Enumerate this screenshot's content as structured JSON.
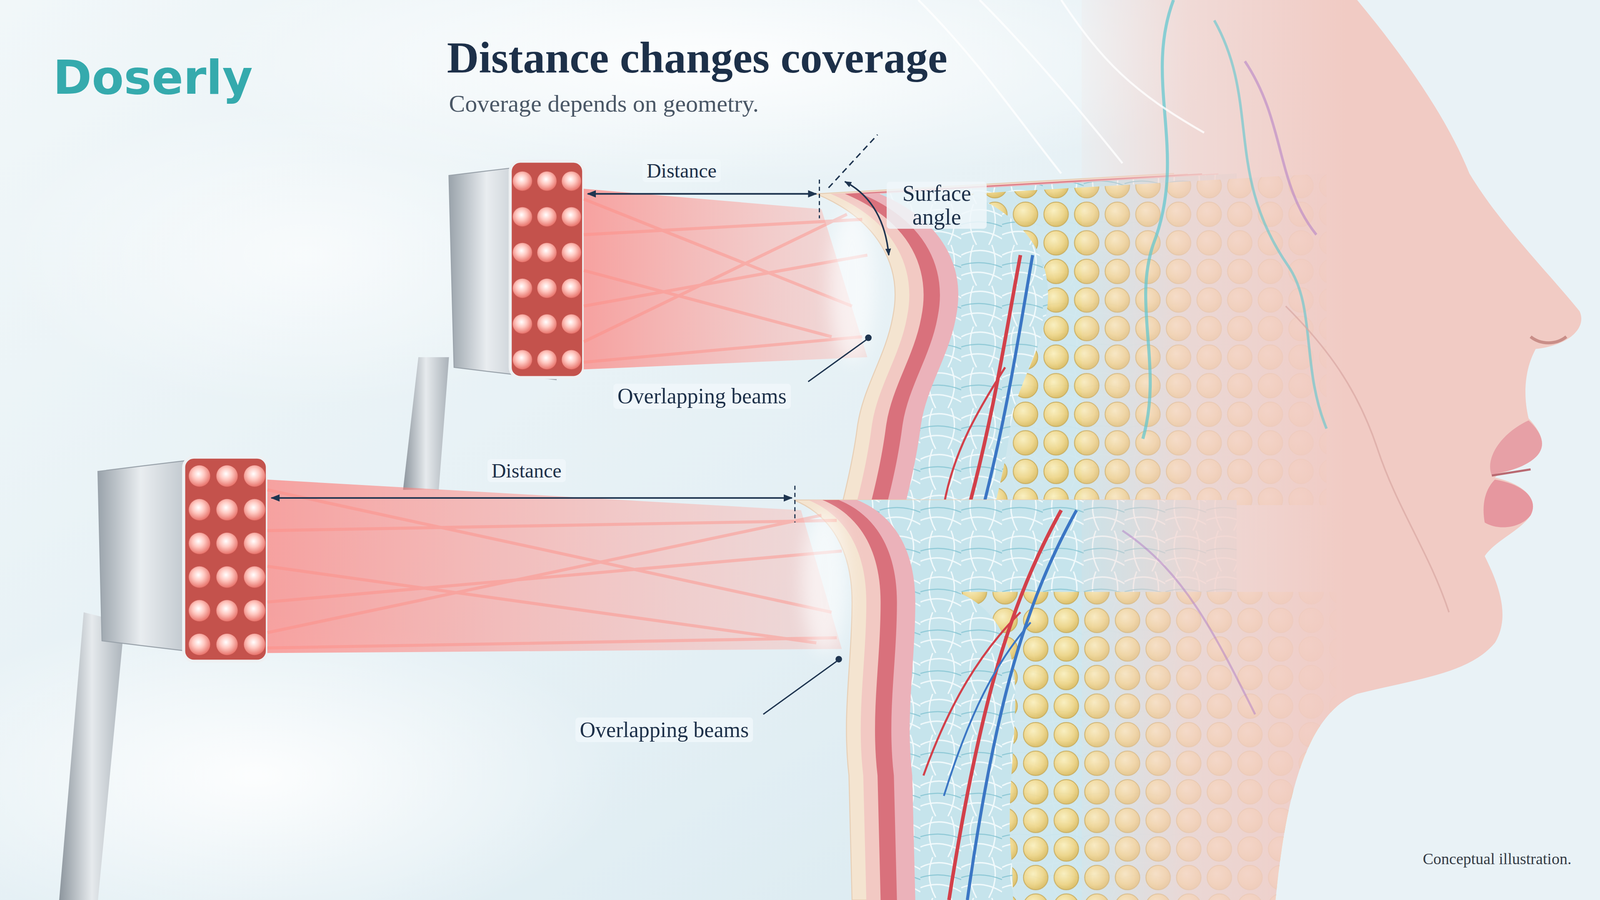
{
  "diagram": {
    "title": "Distance changes coverage",
    "labels": [
      "Doserly",
      "Coverage depends on geometry.",
      "Distance",
      "Surface angle",
      "Overlapping beams",
      "Distance",
      "Overlapping beams",
      "Conceptual illustration."
    ]
  }
}
